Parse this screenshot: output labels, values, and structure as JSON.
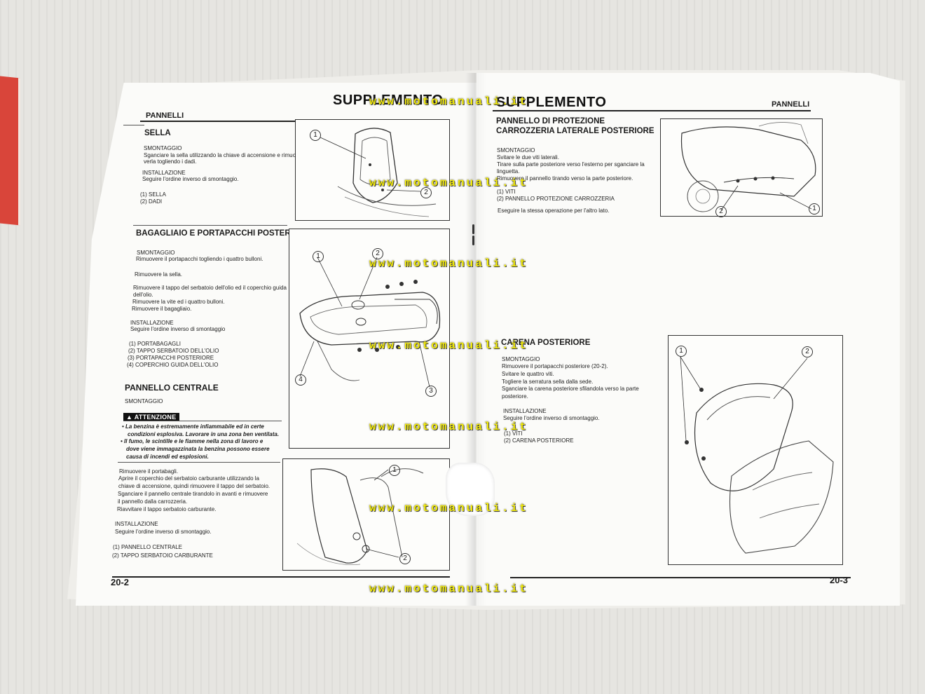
{
  "header": {
    "title_left": "SUPPLEMENTO",
    "title_right": "SUPPLEMENTO",
    "section_left": "PANNELLI",
    "section_right": "PANNELLI"
  },
  "left": {
    "sella": {
      "title": "SELLA",
      "smontaggio_label": "SMONTAGGIO",
      "smontaggio_line1": "Sganciare la sella utilizzando la chiave di accensione e rimuo-",
      "smontaggio_line2": "verla togliendo i dadi.",
      "installazione_label": "INSTALLAZIONE",
      "installazione_text": "Seguire l'ordine inverso di  smontaggio.",
      "part1": "(1) SELLA",
      "part2": "(2) DADI"
    },
    "bagagliaio": {
      "title": "BAGAGLIAIO E PORTAPACCHI POSTERIORE",
      "smontaggio_label": "SMONTAGGIO",
      "s1": "Rimuovere il portapacchi togliendo i quattro bulloni.",
      "s2": "Rimuovere la sella.",
      "s3a": "Rimuovere il tappo del serbatoio dell'olio ed il coperchio guida",
      "s3b": "dell'olio.",
      "s4": "Rimuovere la vite ed i quattro bulloni.",
      "s5": "Rimuovere il bagagliaio.",
      "installazione_label": "INSTALLAZIONE",
      "installazione_text": "Seguire l'ordine inverso di  smontaggio",
      "part1": "(1) PORTABAGAGLI",
      "part2": "(2) TAPPO SERBATOIO DELL'OLIO",
      "part3": "(3) PORTAPACCHI POSTERIORE",
      "part4": "(4) COPERCHIO GUIDA DELL'OLIO"
    },
    "centrale": {
      "title": "PANNELLO CENTRALE",
      "smontaggio_label": "SMONTAGGIO",
      "warning_label": "ATTENZIONE",
      "w1a": "La benzina è estremamente infiammabile ed in certe",
      "w1b": "condizioni esplosiva. Lavorare in una zona ben ventilata.",
      "w2a": "Il fumo, le scintille e le fiamme  nella zona di lavoro e",
      "w2b": "dove viene immagazzinata la benzina possono essere",
      "w2c": "causa di incendi ed esplosioni.",
      "r1": "Rimuovere il portabagli.",
      "r2": "Aprire  il  coperchio  del  serbatoio  carburante  utilizzando  la",
      "r3": "chiave di accensione, quindi rimuovere il tappo del serbatoio.",
      "r4": "Sganciare il pannello centrale tirandolo in avanti e rimuovere",
      "r5": "il pannello dalla carrozzeria.",
      "r6": "Riavvitare il tappo serbatoio carburante.",
      "installazione_label": "INSTALLAZIONE",
      "installazione_text": "Seguire l'ordine inverso di  smontaggio.",
      "part1": "(1) PANNELLO CENTRALE",
      "part2": "(2) TAPPO SERBATOIO CARBURANTE"
    },
    "page_number": "20-2"
  },
  "right": {
    "protezione": {
      "title1": "PANNELLO DI PROTEZIONE",
      "title2": "CARROZZERIA LATERALE POSTERIORE",
      "smontaggio_label": "SMONTAGGIO",
      "s1": "Svitare le due viti laterali.",
      "s2": "Tirare sulla parte posteriore verso l'esterno per sganciare la",
      "s3": "linguetta.",
      "s4": "Rimuovere il pannello tirando verso la parte posteriore.",
      "part1": "(1) VITI",
      "part2": "(2) PANNELLO PROTEZIONE CARROZZERIA",
      "note": "Eseguire la stessa operazione per l'altro lato."
    },
    "carena": {
      "title": "CARENA POSTERIORE",
      "smontaggio_label": "SMONTAGGIO",
      "s1": "Rimuovere il portapacchi posteriore (20-2).",
      "s2": "Svitare le quattro viti.",
      "s3": "Togliere la serratura sella dalla sede.",
      "s4": "Sganciare  la  carena  posteriore  sfilandola  verso  la  parte",
      "s5": "posteriore.",
      "installazione_label": "INSTALLAZIONE",
      "installazione_text": "Seguire l'ordine inverso di smontaggio.",
      "part1": "(1) VITI",
      "part2": "(2) CARENA POSTERIORE"
    },
    "page_number": "20-3"
  },
  "callouts": {
    "c1": "1",
    "c2": "2",
    "c3": "3",
    "c4": "4"
  },
  "watermark": "www.motomanuali.it"
}
